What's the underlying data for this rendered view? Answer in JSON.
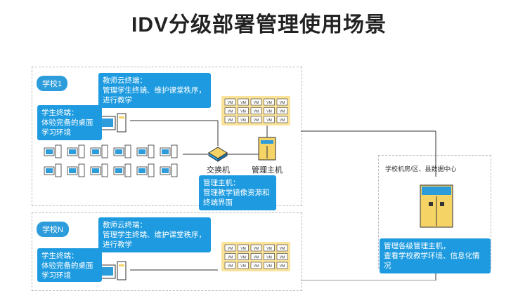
{
  "title": "IDV分级部署管理使用场景",
  "school1": {
    "tag": "学校1",
    "teacher_callout": "教师云终端：\n管理学生终端、维护课堂秩序，\n进行教学",
    "student_callout": "学生终端：\n体验完备的桌面\n学习环境",
    "switch_label": "交换机",
    "host_label": "管理主机",
    "host_callout": "管理主机：\n管理教学镜像资源和\n终端界面",
    "vm_label": "VM"
  },
  "schoolN": {
    "tag": "学校N",
    "teacher_callout": "教师云终端：\n管理学生终端、维护课堂秩序，\n进行教学",
    "student_callout": "学生终端：\n体验完备的桌面\n学习环境",
    "vm_label": "VM"
  },
  "datacenter": {
    "label": "学校机房/区、县数据中心",
    "callout": "管理各级管理主机，\n查看学校教学环境、信息化情况"
  },
  "colors": {
    "accent": "#1e9be0",
    "vm_panel": "#fbe39a",
    "server": "#f6d365"
  }
}
